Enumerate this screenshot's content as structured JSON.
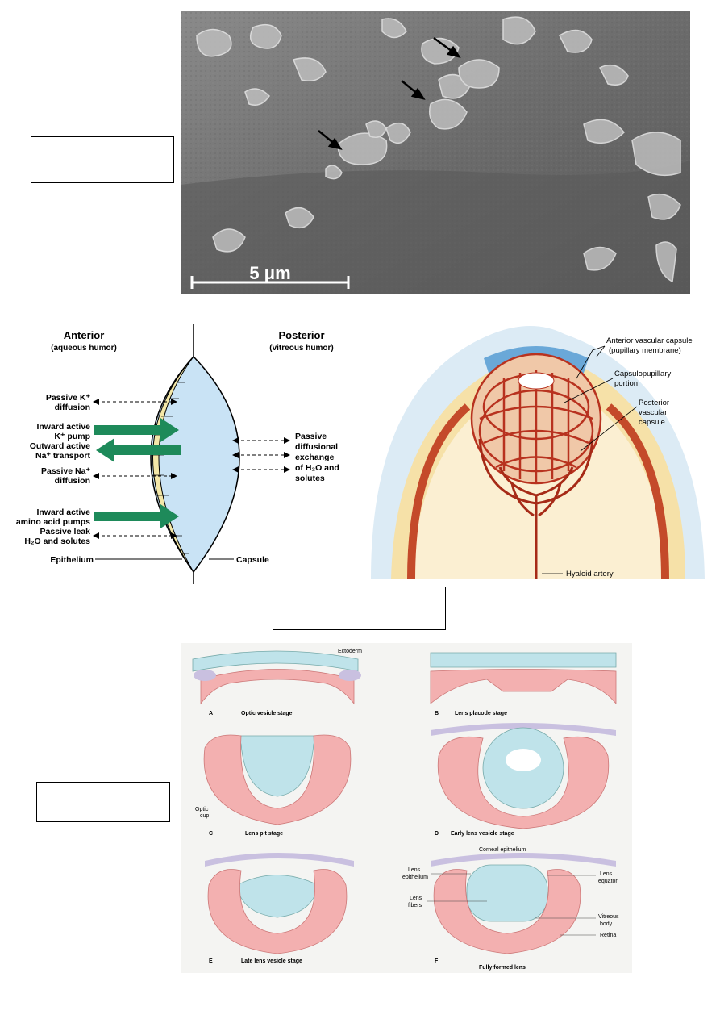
{
  "sem_image": {
    "scale_label": "5 μm",
    "arrow_count": 3
  },
  "transport_diagram": {
    "anterior_title": "Anterior",
    "anterior_sub": "(aqueous humor)",
    "posterior_title": "Posterior",
    "posterior_sub": "(vitreous humor)",
    "rows": [
      {
        "line1": "Passive K⁺",
        "line2": "diffusion"
      },
      {
        "line1": "Inward active",
        "line2": "K⁺ pump"
      },
      {
        "line1": "Outward active",
        "line2": "Na⁺ transport"
      },
      {
        "line1": "Passive Na⁺",
        "line2": "diffusion"
      },
      {
        "line1": "Inward active",
        "line2": "amino acid pumps"
      },
      {
        "line1": "Passive leak",
        "line2": "H₂O and solutes"
      }
    ],
    "right_lines": [
      "Passive",
      "diffusional",
      "exchange",
      "of H₂O and",
      "solutes"
    ],
    "epithelium_label": "Epithelium",
    "capsule_label": "Capsule",
    "colors": {
      "lens": "#c9e3f5",
      "epithelium": "#f3e7a8",
      "arrow": "#1e8a5a"
    }
  },
  "vascular_diagram": {
    "label_anterior_1": "Anterior vascular capsule",
    "label_anterior_2": "(pupillary membrane)",
    "label_capsulo_1": "Capsulopupillary",
    "label_capsulo_2": "portion",
    "label_posterior_1": "Posterior",
    "label_posterior_2": "vascular",
    "label_posterior_3": "capsule",
    "label_hyaloid": "Hyaloid artery"
  },
  "development_diagram": {
    "ectoderm": "Ectoderm",
    "optic_cup_1": "Optic",
    "optic_cup_2": "cup",
    "corneal_epithelium": "Corneal epithelium",
    "lens_epithelium_1": "Lens",
    "lens_epithelium_2": "epithelium",
    "lens_fibers_1": "Lens",
    "lens_fibers_2": "fibers",
    "lens_equator_1": "Lens",
    "lens_equator_2": "equator",
    "vitreous_1": "Vitreous",
    "vitreous_2": "body",
    "retina": "Retina",
    "stages": [
      {
        "letter": "A",
        "name": "Optic vesicle stage"
      },
      {
        "letter": "B",
        "name": "Lens placode stage"
      },
      {
        "letter": "C",
        "name": "Lens pit stage"
      },
      {
        "letter": "D",
        "name": "Early lens vesicle stage"
      },
      {
        "letter": "E",
        "name": "Late lens vesicle stage"
      },
      {
        "letter": "F",
        "name": "Fully formed lens"
      }
    ]
  }
}
